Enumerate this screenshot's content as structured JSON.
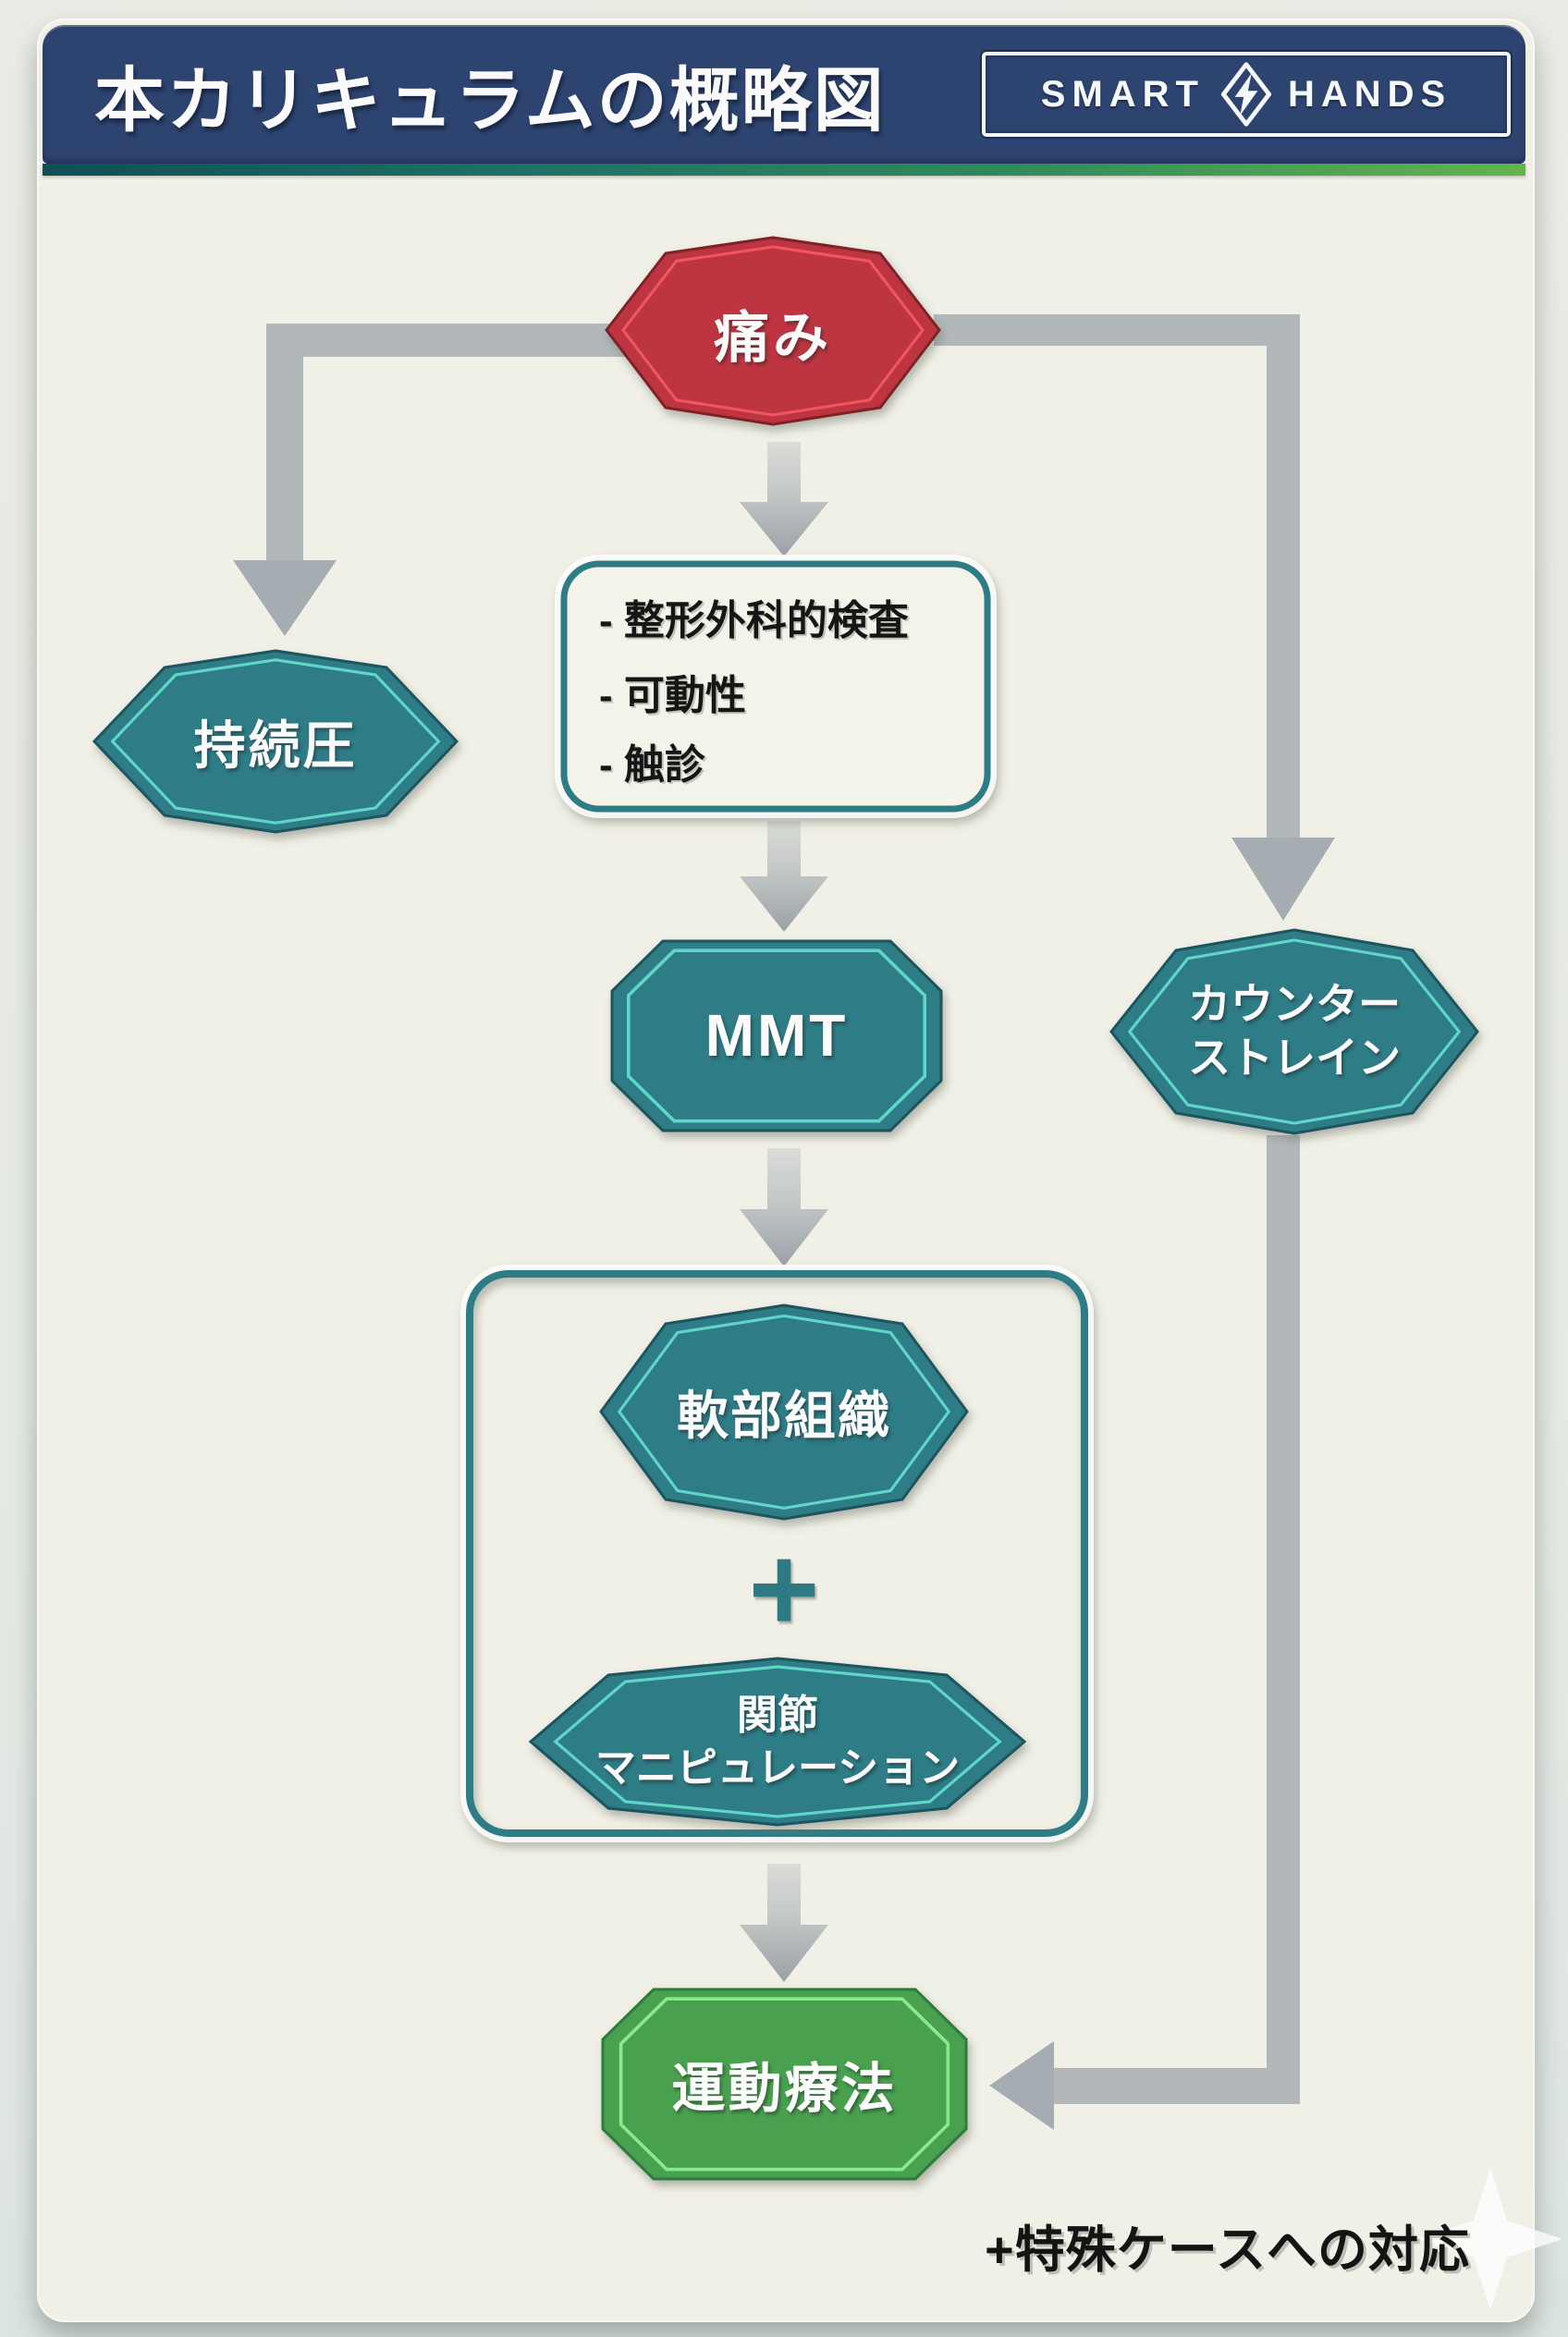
{
  "header": {
    "title": "本カリキュラムの概略図",
    "logo": {
      "word_left": "SMART",
      "word_right": "HANDS"
    }
  },
  "nodes": {
    "pain": {
      "label": "痛み"
    },
    "sustained_pressure": {
      "label": "持続圧"
    },
    "exam_list": {
      "items": [
        "- 整形外科的検査",
        "- 可動性",
        "- 触診"
      ]
    },
    "mmt": {
      "label": "MMT"
    },
    "counterstrain": {
      "line1": "カウンター",
      "line2": "ストレイン"
    },
    "soft_tissue": {
      "label": "軟部組織"
    },
    "plus_symbol": "+",
    "joint_manipulation": {
      "line1": "関節",
      "line2": "マニピュレーション"
    },
    "exercise_therapy": {
      "label": "運動療法"
    }
  },
  "footer": {
    "note": "+特殊ケースへの対応"
  },
  "colors": {
    "header_bg": "#2d4470",
    "accent_line_teal": "#1d6f66",
    "accent_line_green": "#63b44d",
    "node_red": "#bc3540",
    "node_teal": "#2e7b86",
    "node_green": "#4aa04f",
    "arrow_gray": "#b2b7ba",
    "card_bg": "#f1f0e7"
  }
}
